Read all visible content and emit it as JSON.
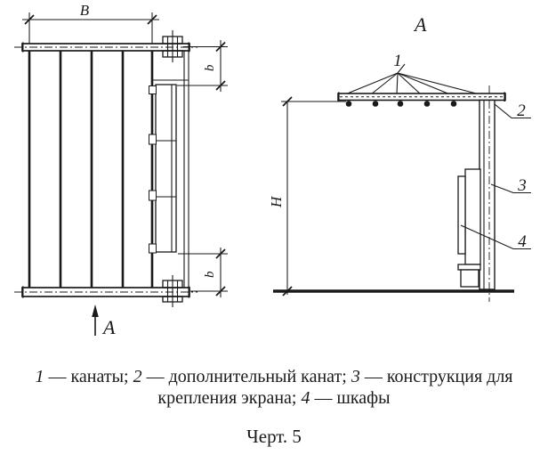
{
  "front_view": {
    "width_dim_label": "В",
    "top_gap_dim_label": "b",
    "bottom_gap_dim_label": "b",
    "section_arrow_label": "А"
  },
  "side_view": {
    "view_title": "А",
    "height_dim_label": "H",
    "callouts": {
      "ropes": "1",
      "extra_rope": "2",
      "screen_frame": "3",
      "cabinets": "4"
    }
  },
  "caption": {
    "line1": [
      {
        "t": "1"
      },
      {
        "t": " — канаты; "
      },
      {
        "t": "2"
      },
      {
        "t": " — дополнительный канат; "
      },
      {
        "t": "3"
      },
      {
        "t": " — конструкция для"
      }
    ],
    "line2": [
      {
        "t": "крепления экрана; "
      },
      {
        "t": "4"
      },
      {
        "t": " — шкафы"
      }
    ],
    "figure_number": "Черт. 5"
  },
  "colors": {
    "ink": "#1a1a1a",
    "paper": "#ffffff"
  }
}
